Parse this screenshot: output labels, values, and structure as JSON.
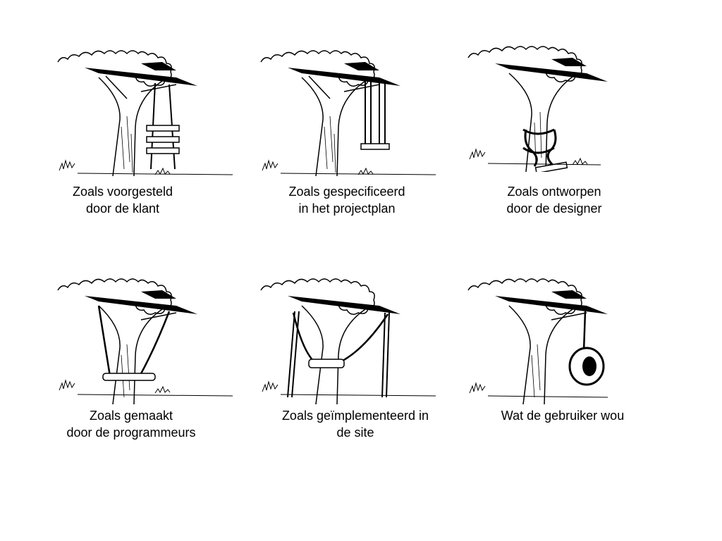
{
  "panels": [
    {
      "scene": "ladder-swing",
      "line1": "Zoals voorgesteld",
      "line2": "door de klant"
    },
    {
      "scene": "simple-swing",
      "line1": "Zoals gespecificeerd",
      "line2": "in het projectplan"
    },
    {
      "scene": "knotted-swing",
      "line1": "Zoals ontworpen",
      "line2": "door de designer"
    },
    {
      "scene": "trunk-loop-swing",
      "line1": "Zoals gemaakt",
      "line2": "door de programmeurs"
    },
    {
      "scene": "frame-swing",
      "line1": "Zoals geïmplementeerd in",
      "line2": "de site"
    },
    {
      "scene": "tire-swing",
      "line1": "Wat de gebruiker wou",
      "line2": ""
    }
  ]
}
